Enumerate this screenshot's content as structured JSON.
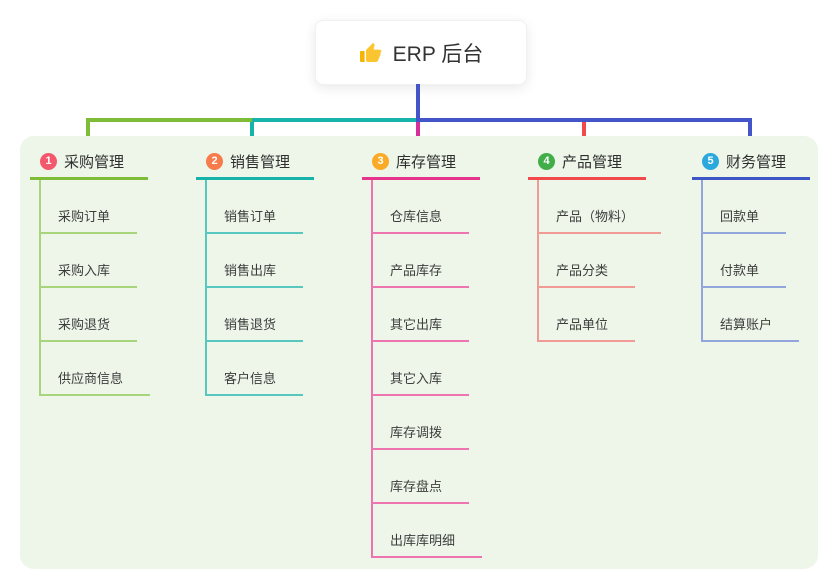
{
  "root": {
    "title": "ERP 后台",
    "icon": "thumbs-up-icon"
  },
  "panel": {
    "bg_color": "#edf6e9"
  },
  "trunk_color": "#4355c8",
  "connector_segments": [
    {
      "name": "left",
      "color": "#7fbc38"
    },
    {
      "name": "middle",
      "color": "#17b3aa"
    },
    {
      "name": "right",
      "color": "#4355c8"
    }
  ],
  "branches": [
    {
      "index": "1",
      "title": "采购管理",
      "badge_color": "#f4586d",
      "line_color": "#7fbc38",
      "sub_line_color": "#a8d47c",
      "drop_color": "#7fbc38",
      "items": [
        "采购订单",
        "采购入库",
        "采购退货",
        "供应商信息"
      ]
    },
    {
      "index": "2",
      "title": "销售管理",
      "badge_color": "#f87b4b",
      "line_color": "#17b3aa",
      "sub_line_color": "#57c8c0",
      "drop_color": "#17b3aa",
      "items": [
        "销售订单",
        "销售出库",
        "销售退货",
        "客户信息"
      ]
    },
    {
      "index": "3",
      "title": "库存管理",
      "badge_color": "#fbaa27",
      "line_color": "#e5348b",
      "sub_line_color": "#ee74b0",
      "drop_color": "#d42f9b",
      "items": [
        "仓库信息",
        "产品库存",
        "其它出库",
        "其它入库",
        "库存调拨",
        "库存盘点",
        "出库库明细"
      ]
    },
    {
      "index": "4",
      "title": "产品管理",
      "badge_color": "#42ae4a",
      "line_color": "#f2494c",
      "sub_line_color": "#f29a96",
      "drop_color": "#f2494c",
      "items": [
        "产品（物料）",
        "产品分类",
        "产品单位"
      ]
    },
    {
      "index": "5",
      "title": "财务管理",
      "badge_color": "#2ba9dc",
      "line_color": "#3d56c6",
      "sub_line_color": "#93a5dd",
      "drop_color": "#4355c8",
      "items": [
        "回款单",
        "付款单",
        "结算账户"
      ]
    }
  ]
}
